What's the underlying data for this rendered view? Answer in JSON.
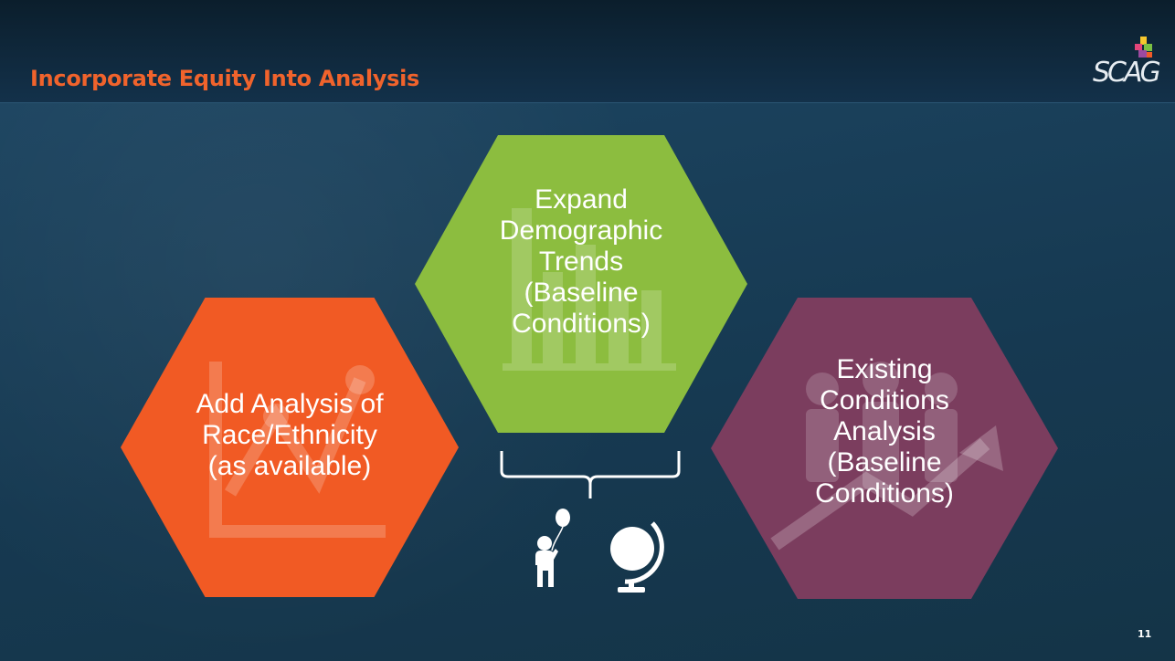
{
  "slide": {
    "title": "Incorporate Equity Into Analysis",
    "logo_text": "SCAG",
    "page_number": "11"
  },
  "hexagons": [
    {
      "label": "Expand\nDemographic\nTrends\n(Baseline\nConditions)",
      "color": "#8cbd3f",
      "icon": "bar-chart-icon"
    },
    {
      "label": "Add Analysis of\nRace/Ethnicity\n(as available)",
      "color": "#f15a24",
      "icon": "line-chart-icon"
    },
    {
      "label": "Existing\nConditions\nAnalysis\n(Baseline\nConditions)",
      "color": "#7b3d5e",
      "icon": "people-growth-icon"
    }
  ],
  "icons": [
    "child-balloon-icon",
    "globe-icon"
  ],
  "colors": {
    "title": "#f0632c",
    "background": "#183a52",
    "header": "#0b1e2c"
  }
}
